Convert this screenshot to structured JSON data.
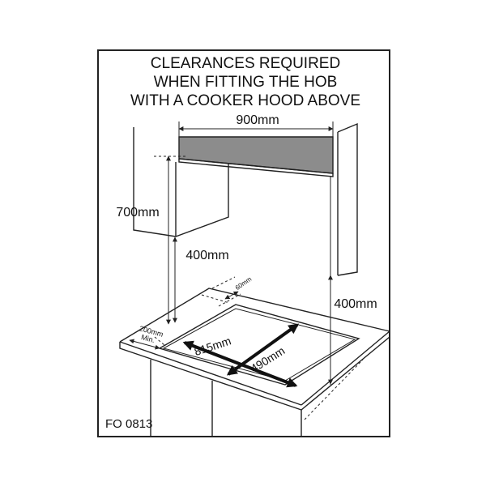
{
  "title": {
    "line1": "CLEARANCES REQUIRED",
    "line2": "WHEN FITTING THE HOB",
    "line3": "WITH A COOKER HOOD ABOVE"
  },
  "dimensions": {
    "hood_width": "900mm",
    "cabinet_height": "700mm",
    "hob_to_cabinet": "400mm",
    "hob_to_wall_unit": "400mm",
    "rear_clearance": "60mm",
    "side_clearance_line1": "200mm",
    "side_clearance_line2": "Min.",
    "cutout_width": "815mm",
    "cutout_depth": "490mm"
  },
  "figure_code": "FO 0813",
  "colors": {
    "hood_fill": "#8c8c8c",
    "line": "#222222"
  }
}
